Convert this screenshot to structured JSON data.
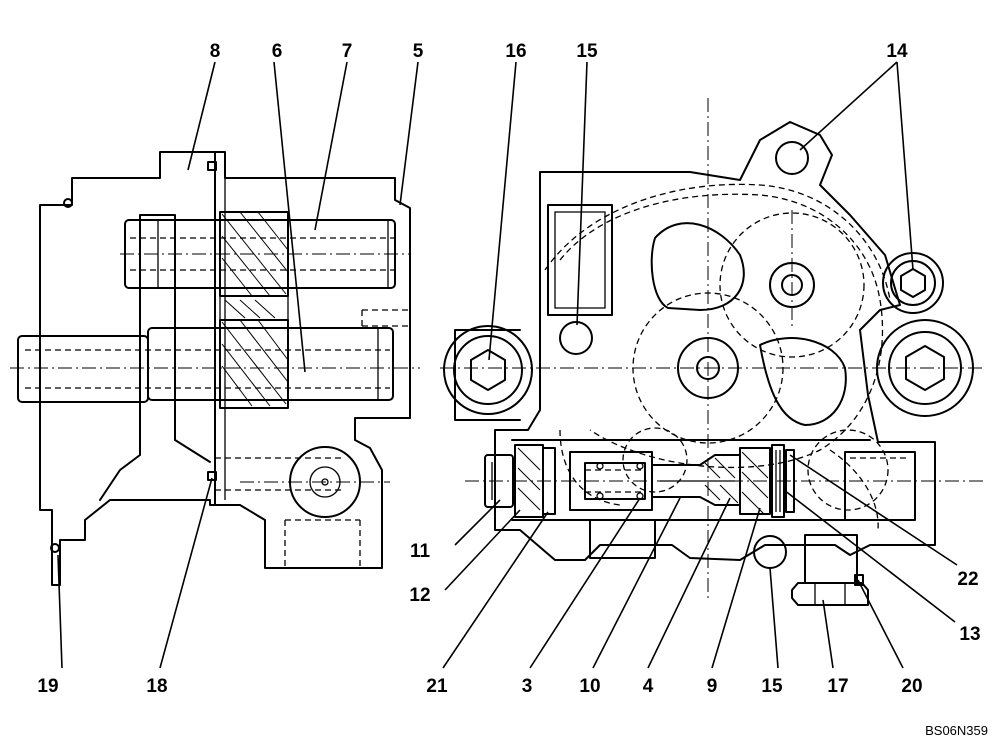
{
  "drawing_code": "BS06N359",
  "callouts": {
    "c8": "8",
    "c6": "6",
    "c7": "7",
    "c5": "5",
    "c16": "16",
    "c15_top": "15",
    "c14": "14",
    "c11": "11",
    "c12": "12",
    "c19": "19",
    "c18": "18",
    "c21": "21",
    "c3": "3",
    "c10": "10",
    "c4": "4",
    "c9": "9",
    "c15_bottom": "15",
    "c17": "17",
    "c20": "20",
    "c13": "13",
    "c22": "22"
  }
}
